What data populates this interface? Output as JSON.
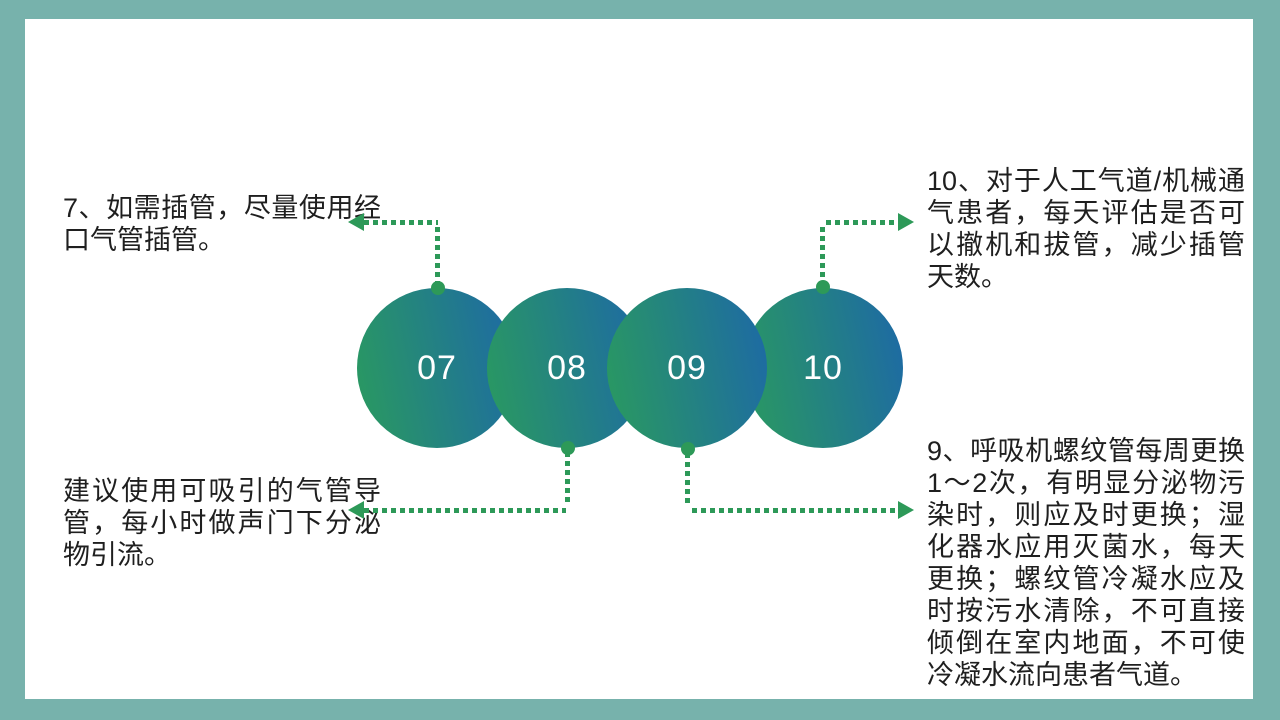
{
  "slide": {
    "frame_color": "#77b2ac",
    "canvas_color": "#ffffff"
  },
  "palette": {
    "circle_gradient_start": "#2a9b5e",
    "circle_gradient_end": "#1d68a7",
    "connector_green": "#2d9958",
    "number_text_color": "#ffffff",
    "note_text_color": "#1f1f1f"
  },
  "steps": [
    {
      "number": "07",
      "note_position": "top-left",
      "note": "7、如需插管，尽量使用经口气管插管。"
    },
    {
      "number": "08",
      "note_position": "bottom-left",
      "note": "建议使用可吸引的气管导管，每小时做声门下分泌物引流。"
    },
    {
      "number": "09",
      "note_position": "bottom-right",
      "note": "9、呼吸机螺纹管每周更换1～2次，有明显分泌物污染时，则应及时更换；湿化器水应用灭菌水，每天更换；螺纹管冷凝水应及时按污水清除，不可直接倾倒在室内地面，不可使冷凝水流向患者气道。"
    },
    {
      "number": "10",
      "note_position": "top-right",
      "note": "10、对于人工气道/机械通气患者，每天评估是否可以撤机和拔管，减少插管天数。"
    }
  ]
}
